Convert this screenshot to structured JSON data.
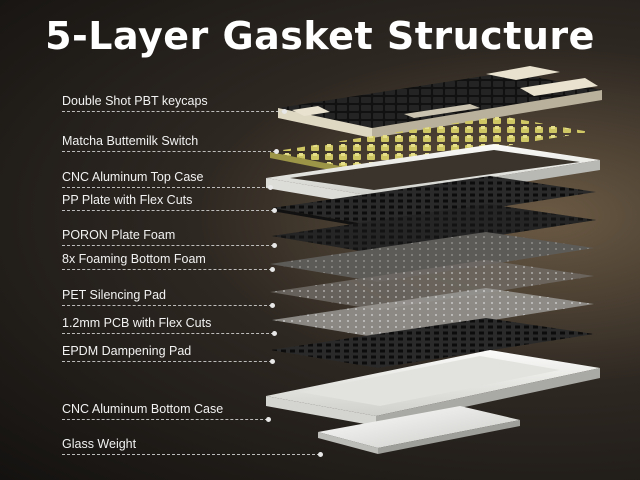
{
  "title": "5-Layer Gasket Structure",
  "layers": [
    {
      "label": "Double Shot PBT keycaps"
    },
    {
      "label": "Matcha Buttemilk Switch"
    },
    {
      "label": "CNC Aluminum Top Case"
    },
    {
      "label": "PP Plate with Flex Cuts"
    },
    {
      "label": "PORON Plate Foam"
    },
    {
      "label": "8x Foaming Bottom Foam"
    },
    {
      "label": "PET Silencing Pad"
    },
    {
      "label": "1.2mm PCB with Flex Cuts"
    },
    {
      "label": "EPDM Dampening Pad"
    },
    {
      "label": "CNC Aluminum Bottom Case"
    },
    {
      "label": "Glass Weight"
    }
  ],
  "colors": {
    "keycap_dark": "#1a1a1a",
    "keycap_cream": "#e9e2cf",
    "switch": "#c9c15a",
    "case_white": "#f2f2f0",
    "plate_dark": "#262626",
    "foam_gray": "#5a5a5a"
  }
}
